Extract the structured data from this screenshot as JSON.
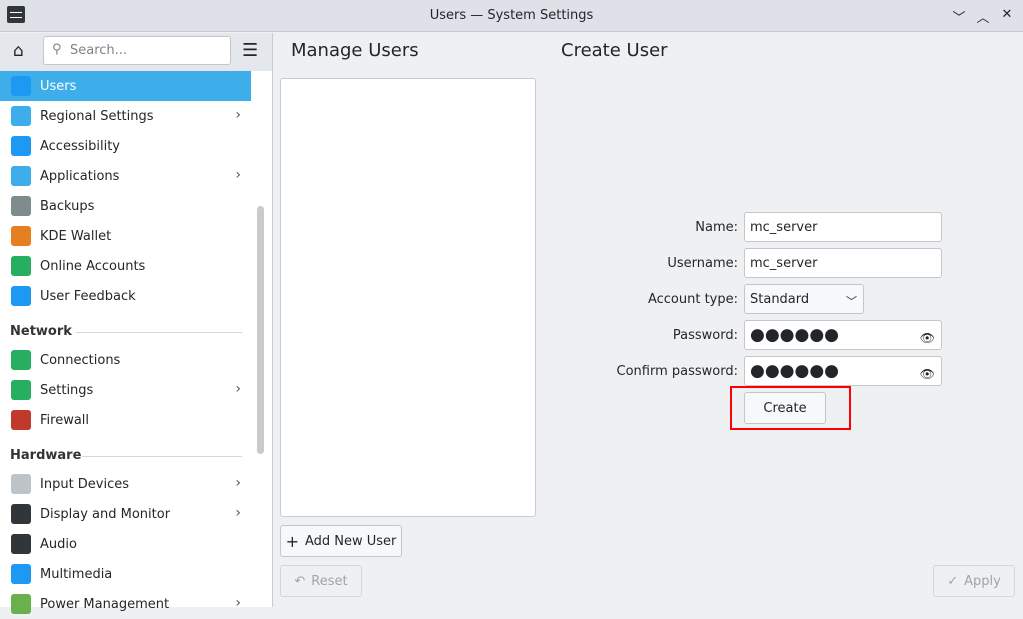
{
  "window": {
    "title": "Users — System Settings",
    "controls": [
      "﹀",
      "︿",
      "✕"
    ]
  },
  "sidebar": {
    "search_placeholder": "Search...",
    "items": [
      {
        "label": "Users",
        "icon": "users-icon",
        "color": "#1d99f3",
        "selected": true
      },
      {
        "label": "Regional Settings",
        "icon": "regional-settings-icon",
        "color": "#3daee9",
        "arrow": true
      },
      {
        "label": "Accessibility",
        "icon": "accessibility-icon",
        "color": "#1d99f3"
      },
      {
        "label": "Applications",
        "icon": "applications-icon",
        "color": "#3daee9",
        "arrow": true
      },
      {
        "label": "Backups",
        "icon": "backups-icon",
        "color": "#7f8c8d"
      },
      {
        "label": "KDE Wallet",
        "icon": "wallet-icon",
        "color": "#e67e22"
      },
      {
        "label": "Online Accounts",
        "icon": "online-accounts-icon",
        "color": "#27ae60"
      },
      {
        "label": "User Feedback",
        "icon": "user-feedback-icon",
        "color": "#1d99f3"
      }
    ],
    "network_label": "Network",
    "network": [
      {
        "label": "Connections",
        "icon": "connections-icon",
        "color": "#27ae60"
      },
      {
        "label": "Settings",
        "icon": "network-settings-icon",
        "color": "#27ae60",
        "arrow": true
      },
      {
        "label": "Firewall",
        "icon": "firewall-icon",
        "color": "#c0392b"
      }
    ],
    "hardware_label": "Hardware",
    "hardware": [
      {
        "label": "Input Devices",
        "icon": "mouse-icon",
        "color": "#bdc3c7",
        "arrow": true
      },
      {
        "label": "Display and Monitor",
        "icon": "monitor-icon",
        "color": "#31363b",
        "arrow": true
      },
      {
        "label": "Audio",
        "icon": "speaker-icon",
        "color": "#31363b"
      },
      {
        "label": "Multimedia",
        "icon": "multimedia-icon",
        "color": "#1d99f3"
      },
      {
        "label": "Power Management",
        "icon": "power-icon",
        "color": "#6ab04c",
        "arrow": true
      }
    ]
  },
  "main": {
    "manage_title": "Manage Users",
    "create_title": "Create User",
    "add_user": "Add New User",
    "reset": "Reset",
    "apply": "Apply",
    "form": {
      "name_label": "Name:",
      "name_value": "mc_server",
      "username_label": "Username:",
      "username_value": "mc_server",
      "account_type_label": "Account type:",
      "account_type_value": "Standard",
      "password_label": "Password:",
      "password_mask": "●●●●●●",
      "confirm_label": "Confirm password:",
      "confirm_mask": "●●●●●●",
      "create": "Create"
    },
    "highlight_color": "#ff0000"
  }
}
